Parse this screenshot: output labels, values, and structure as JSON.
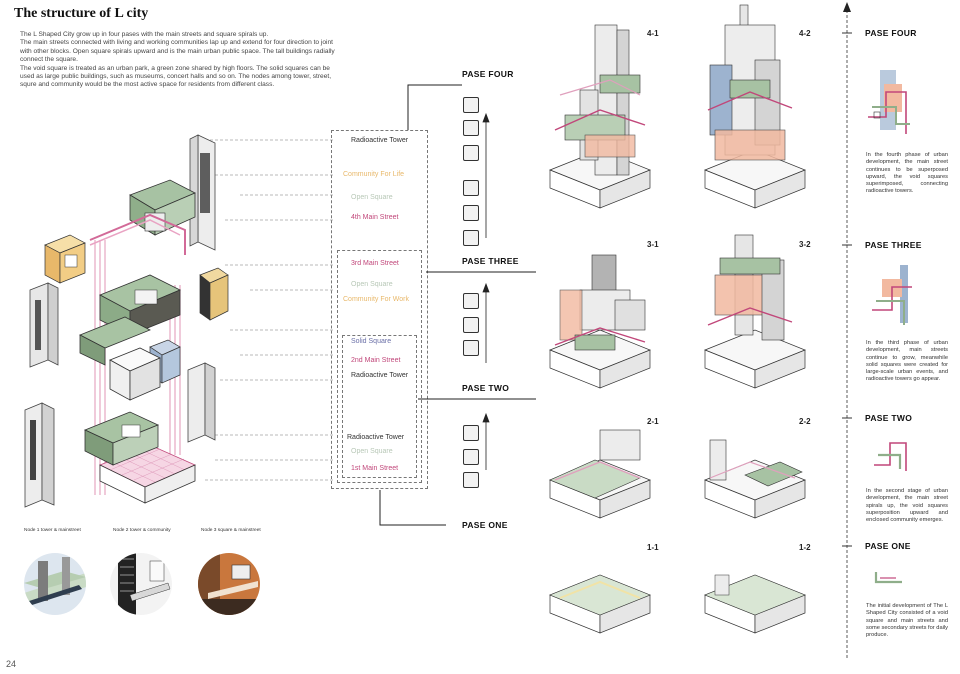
{
  "title": "The structure of  L city",
  "intro": [
    "The L Shaped City grow up in four pases  with the main streets and square spirals  up.",
    "The main streets connected with living and working communities lap up and extend for four direction to joint with other blocks. Open square  spirals upward and is the main urban public space. The tall buildings radially connect the square.",
    "The void square is treated as an urban park, a green zone shared by high floors. The solid squares can be used as large public buildings, such as museums, concert halls and so on. The nodes among tower, street, squre and community would be the most active space for residents from different class."
  ],
  "page_number": "24",
  "nodes": [
    {
      "caption": "Node 1 tower & mainstreet"
    },
    {
      "caption": "Node 2 tower & community"
    },
    {
      "caption": "Node 3 square & mainstreet"
    }
  ],
  "flow": {
    "group1": [
      "Radioactive Tower",
      "Community For Life",
      "Open Square",
      "4th Main Street"
    ],
    "group2": [
      "3rd Main Street",
      "Open Square",
      "Community For Work"
    ],
    "group3": [
      "Solid Square",
      "2nd Main Street",
      "Radioactive Tower"
    ],
    "group4": [
      "Radioactive Tower",
      "Open Square",
      "1st Main Street"
    ]
  },
  "phase_labels": [
    "PASE FOUR",
    "PASE THREE",
    "PASE TWO",
    "PASE ONE"
  ],
  "building_tags": [
    "4-1",
    "4-2",
    "3-1",
    "3-2",
    "2-1",
    "2-2",
    "1-1",
    "1-2"
  ],
  "timeline": [
    {
      "head": "PASE FOUR",
      "text": "In the fourth phase of urban development, the main street continues to be superposed upward, the void squares superimposed, connecting radioactive towers."
    },
    {
      "head": "PASE THREE",
      "text": "In the third phase of urban development, main streets continue to grow, meanwhile solid squares were created for large-scale urban events, and radioactive towers go appear."
    },
    {
      "head": "PASE TWO",
      "text": "In the second stage of urban development, the main street spirals up, the void squares superposition upward and enclosed community emerges."
    },
    {
      "head": "PASE ONE",
      "text": "The initial development of The L Shaped City consisted of a void square and main streets and some secondary streets for daily produce."
    }
  ],
  "colors": {
    "street": "#c1477a",
    "community_life": "#e8b86a",
    "open_square": "#9fb8a0",
    "tower": "#555555",
    "green": "#8fae8a",
    "salmon": "#f2b9a0",
    "blue": "#9db3cf"
  }
}
